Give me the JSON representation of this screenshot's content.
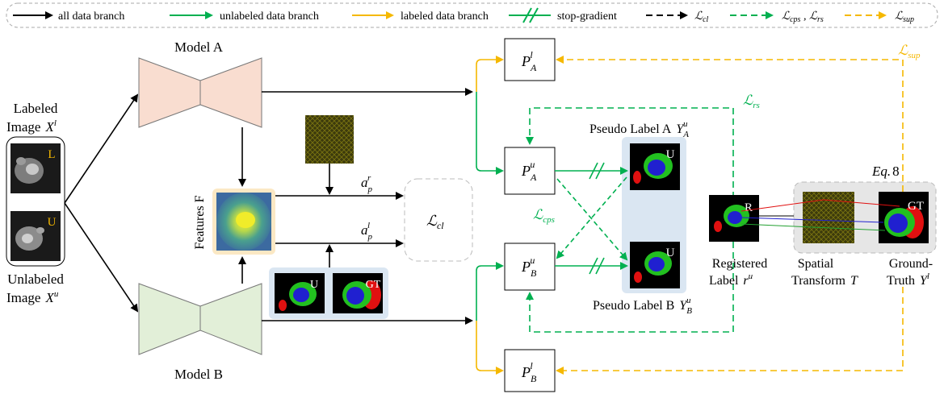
{
  "legend": {
    "all_data": "all data branch",
    "unlabeled": "unlabeled data branch",
    "labeled": "labeled data branch",
    "stop_gradient": "stop-gradient",
    "cl": "ℒ",
    "cl_sub": "cl",
    "cps": "ℒ",
    "cps_sub": "cps",
    "rs": "ℒ",
    "rs_sub": "rs",
    "sup": "ℒ",
    "sup_sub": "sup"
  },
  "inputs": {
    "labeled_line1": "Labeled",
    "labeled_line2": "Image",
    "labeled_var": "X",
    "labeled_sup": "l",
    "unlabeled_line1": "Unlabeled",
    "unlabeled_line2": "Image",
    "unlabeled_var": "X",
    "unlabeled_sup": "u",
    "tag_l": "L",
    "tag_u": "U"
  },
  "models": {
    "a": "Model A",
    "b": "Model B"
  },
  "features": {
    "label": "Features F",
    "ap_r": "a",
    "ap_r_sub": "p",
    "ap_r_sup": "r",
    "ap_l": "a",
    "ap_l_sub": "p",
    "ap_l_sup": "l",
    "u_tag": "U",
    "gt_tag": "GT"
  },
  "loss": {
    "cl": "ℒ",
    "cl_sub": "cl",
    "cps": "ℒ",
    "cps_sub": "cps",
    "rs": "ℒ",
    "rs_sub": "rs",
    "sup": "ℒ",
    "sup_sub": "sup"
  },
  "preds": {
    "pal_main": "P",
    "pal_sub": "A",
    "pal_sup": "l",
    "pau_main": "P",
    "pau_sub": "A",
    "pau_sup": "u",
    "pbu_main": "P",
    "pbu_sub": "B",
    "pbu_sup": "u",
    "pbl_main": "P",
    "pbl_sub": "B",
    "pbl_sup": "l"
  },
  "pseudo": {
    "a_text": "Pseudo Label A",
    "a_var": "Y",
    "a_sub": "A",
    "a_sup": "u",
    "b_text": "Pseudo Label B",
    "b_var": "Y",
    "b_sub": "B",
    "b_sup": "u",
    "u_tag": "U"
  },
  "registered": {
    "line1": "Registered",
    "line2": "Label",
    "var": "r",
    "sup": "u",
    "tag": "R"
  },
  "spatial": {
    "line1": "Spatial",
    "line2": "Transform",
    "var": "T"
  },
  "ground": {
    "line1": "Ground-",
    "line2": "Truth",
    "var": "Y",
    "sup": "l",
    "tag": "GT"
  },
  "eq": {
    "text": "Eq.",
    "num": "8"
  },
  "colors": {
    "green": "#00b050",
    "orange": "#f5b800",
    "black": "#000000",
    "model_a": "#f9ddd0",
    "model_b": "#e2efd8",
    "blue_panel": "#dae6f2",
    "feature_bg": "#fbe8c4"
  }
}
